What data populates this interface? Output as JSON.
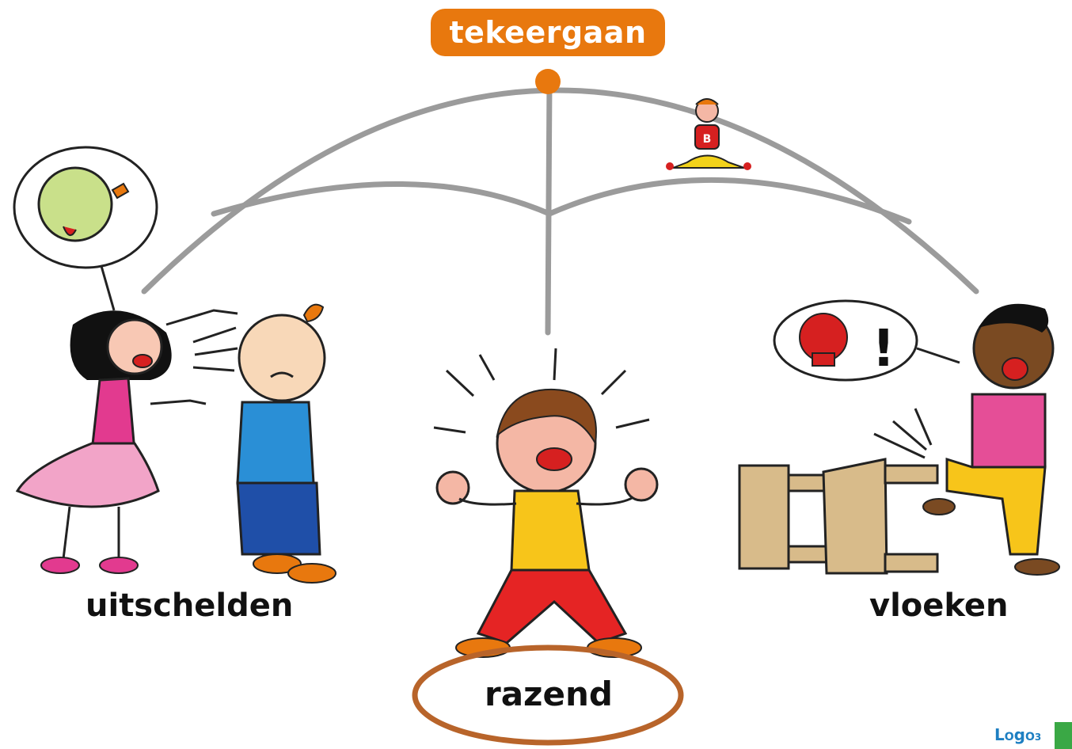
{
  "diagram": {
    "central_word": "tekeergaan",
    "words": {
      "left": "uitschelden",
      "center": "razend",
      "right": "vloeken"
    },
    "colors": {
      "pill": "#e8780e",
      "arcs": "#9b9b9b",
      "highlight_ellipse": "#b8642a",
      "node": "#e8780e"
    }
  },
  "branding": {
    "logo": "LOgO3"
  }
}
